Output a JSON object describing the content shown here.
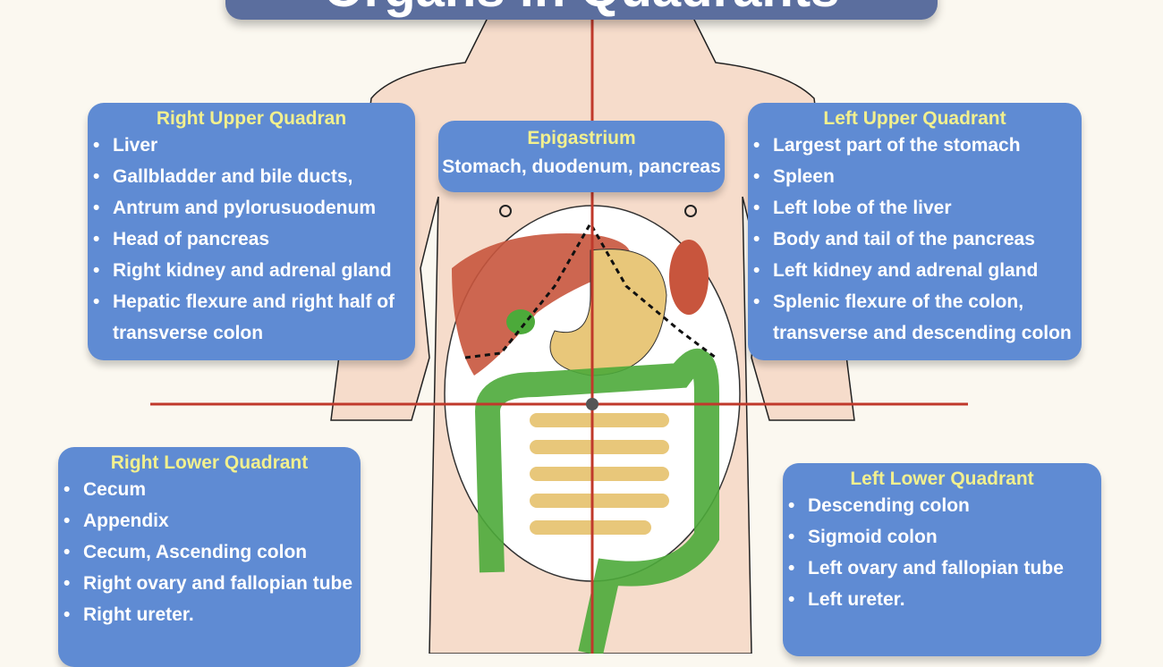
{
  "title": "Organs in Quadrants",
  "colors": {
    "box": "#5f8bd3",
    "heading": "#f2f08e",
    "title_bar": "#5b6e9e",
    "axis_line": "#c0392b",
    "skin": "#f6dccb",
    "liver": "#c8553d",
    "colon": "#4caa3a",
    "small_intestine": "#e8c77a"
  },
  "quadrants": {
    "ruq": {
      "heading": "Right Upper Quadran",
      "items": [
        "Liver",
        "Gallbladder and bile ducts,",
        "Antrum and pylorusuodenum",
        "Head of pancreas",
        "Right kidney and adrenal gland",
        "Hepatic flexure and right half of"
      ],
      "continuation": "transverse colon"
    },
    "epigastrium": {
      "heading": "Epigastrium",
      "text": "Stomach, duodenum, pancreas"
    },
    "luq": {
      "heading": "Left Upper Quadrant",
      "items": [
        "Largest part of the stomach",
        "Spleen",
        "Left lobe of the liver",
        "Body and tail of the pancreas",
        "Left kidney and adrenal gland",
        "Splenic flexure of the colon,"
      ],
      "continuation": "transverse and descending colon"
    },
    "rlq": {
      "heading": "Right Lower Quadrant",
      "items": [
        "Cecum",
        "Appendix",
        "Cecum, Ascending colon",
        "Right ovary and fallopian tube",
        "Right ureter."
      ]
    },
    "llq": {
      "heading": "Left Lower Quadrant",
      "items": [
        "Descending colon",
        "Sigmoid colon",
        "Left ovary and fallopian tube",
        "Left ureter."
      ]
    }
  }
}
